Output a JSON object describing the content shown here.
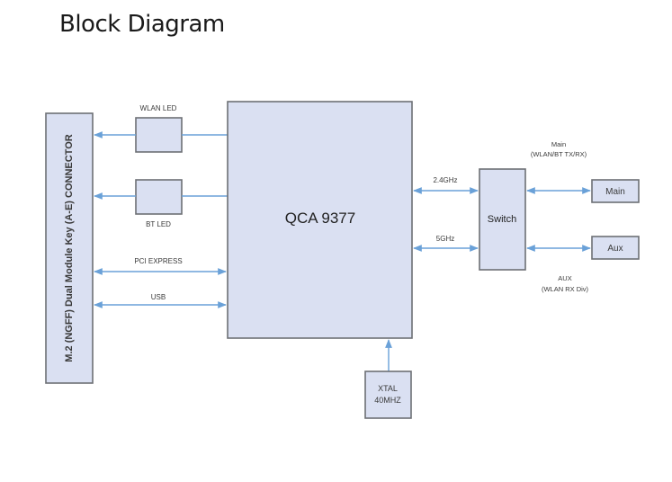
{
  "title": "Block Diagram",
  "blocks": {
    "connector": "M.2 (NGFF) Dual Module Key (A-E) CONNECTOR",
    "wlan_led": "WLAN LED",
    "bt_led": "BT LED",
    "chip": "QCA 9377",
    "switch": "Switch",
    "main_ant": "Main",
    "aux_ant": "Aux",
    "xtal_line1": "XTAL",
    "xtal_line2": "40MHZ"
  },
  "links": {
    "pci": "PCI EXPRESS",
    "usb": "USB",
    "band_24": "2.4GHz",
    "band_5": "5GHz",
    "main_line1": "Main",
    "main_line2": "(WLAN/BT TX/RX)",
    "aux_line1": "AUX",
    "aux_line2": "(WLAN RX Div)"
  },
  "colors": {
    "block_fill": "#dae0f2",
    "block_stroke": "#6d6f74",
    "wire": "#6aa1d8"
  }
}
